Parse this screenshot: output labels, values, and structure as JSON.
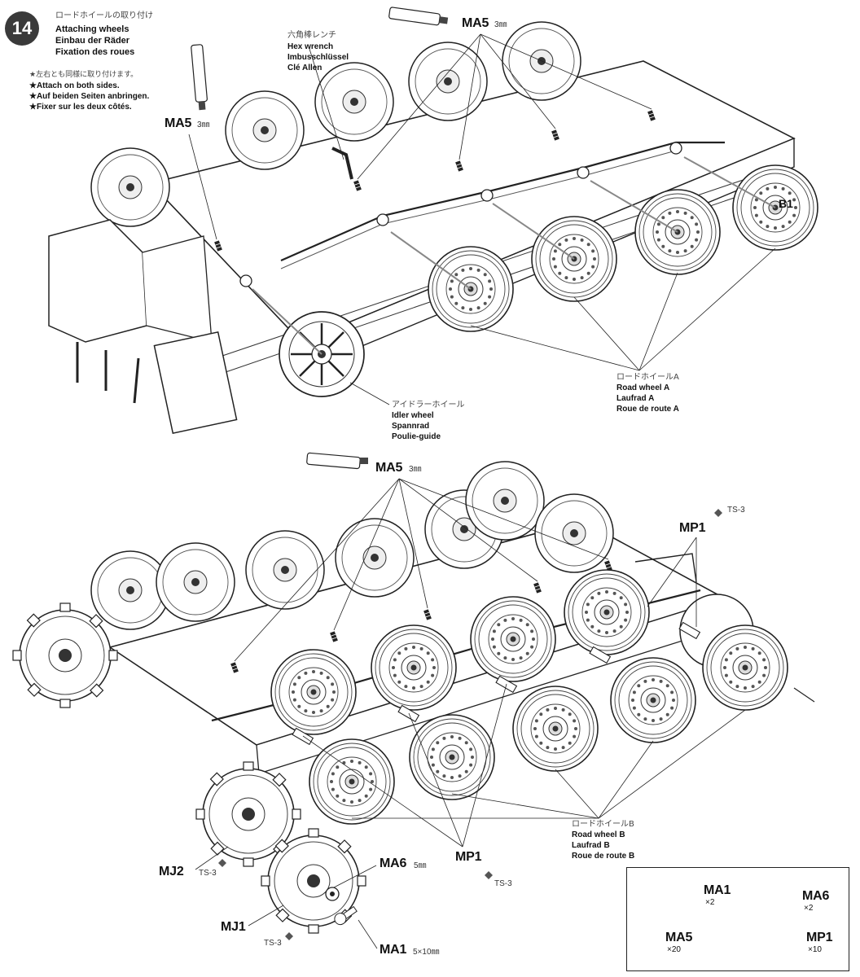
{
  "step": {
    "number": "14",
    "title_ja": "ロードホイールの取り付け",
    "title_en": "Attaching wheels",
    "title_de": "Einbau der Räder",
    "title_fr": "Fixation des roues"
  },
  "notes": {
    "ja": "★左右とも同様に取り付けます。",
    "en": "★Attach on both sides.",
    "de": "★Auf beiden Seiten anbringen.",
    "fr": "★Fixer sur les deux côtés."
  },
  "hex_wrench": {
    "ja": "六角棒レンチ",
    "en": "Hex wrench",
    "de": "Imbusschlüssel",
    "fr": "Clé Allen"
  },
  "road_wheel_a": {
    "ja": "ロードホイールA",
    "en": "Road wheel A",
    "de": "Laufrad A",
    "fr": "Roue de route A"
  },
  "idler_wheel": {
    "ja": "アイドラーホイール",
    "en": "Idler wheel",
    "de": "Spannrad",
    "fr": "Poulie-guide"
  },
  "road_wheel_b": {
    "ja": "ロードホイールB",
    "en": "Road wheel B",
    "de": "Laufrad B",
    "fr": "Roue de route B"
  },
  "callouts": {
    "ma5_top": "MA5",
    "ma5_top_size": "3㎜",
    "ma5_left": "MA5",
    "ma5_left_size": "3㎜",
    "b1": "B1",
    "ma5_mid": "MA5",
    "ma5_mid_size": "3㎜",
    "mp1_top": "MP1",
    "ts3_top": "TS-3",
    "mj2": "MJ2",
    "ts3_mj2": "TS-3",
    "ma6": "MA6",
    "ma6_size": "5㎜",
    "mp1_bottom": "MP1",
    "ts3_mp1": "TS-3",
    "mj1": "MJ1",
    "ts3_mj1": "TS-3",
    "ma1": "MA1",
    "ma1_size": "5×10㎜"
  },
  "parts_box": {
    "ma1_name": "MA1",
    "ma1_qty": "×2",
    "ma6_name": "MA6",
    "ma6_qty": "×2",
    "ma5_name": "MA5",
    "ma5_qty": "×20",
    "mp1_name": "MP1",
    "mp1_qty": "×10"
  }
}
